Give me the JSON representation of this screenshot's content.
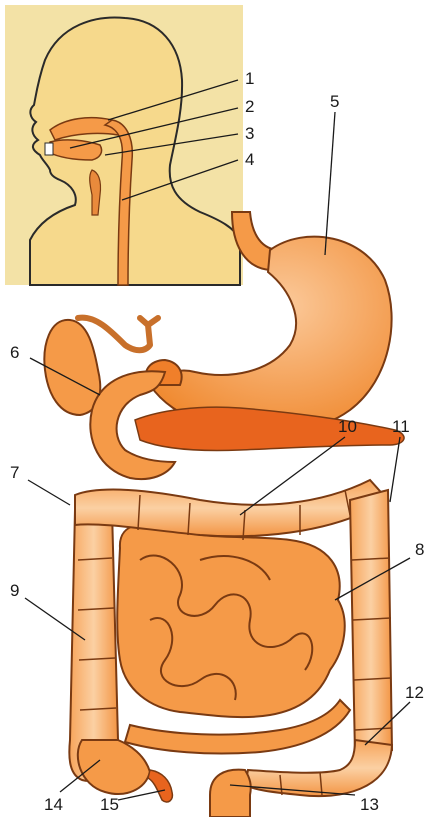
{
  "labels": {
    "l1": "1",
    "l2": "2",
    "l3": "3",
    "l4": "4",
    "l5": "5",
    "l6": "6",
    "l7": "7",
    "l8": "8",
    "l9": "9",
    "l10": "10",
    "l11": "11",
    "l12": "12",
    "l13": "13",
    "l14": "14",
    "l15": "15"
  },
  "colors": {
    "head_panel": "#f3e2a6",
    "organ_fill": "#f59a48",
    "organ_light": "#fbc99a",
    "outline": "#7a3a12",
    "leader": "#1a1a1a"
  }
}
